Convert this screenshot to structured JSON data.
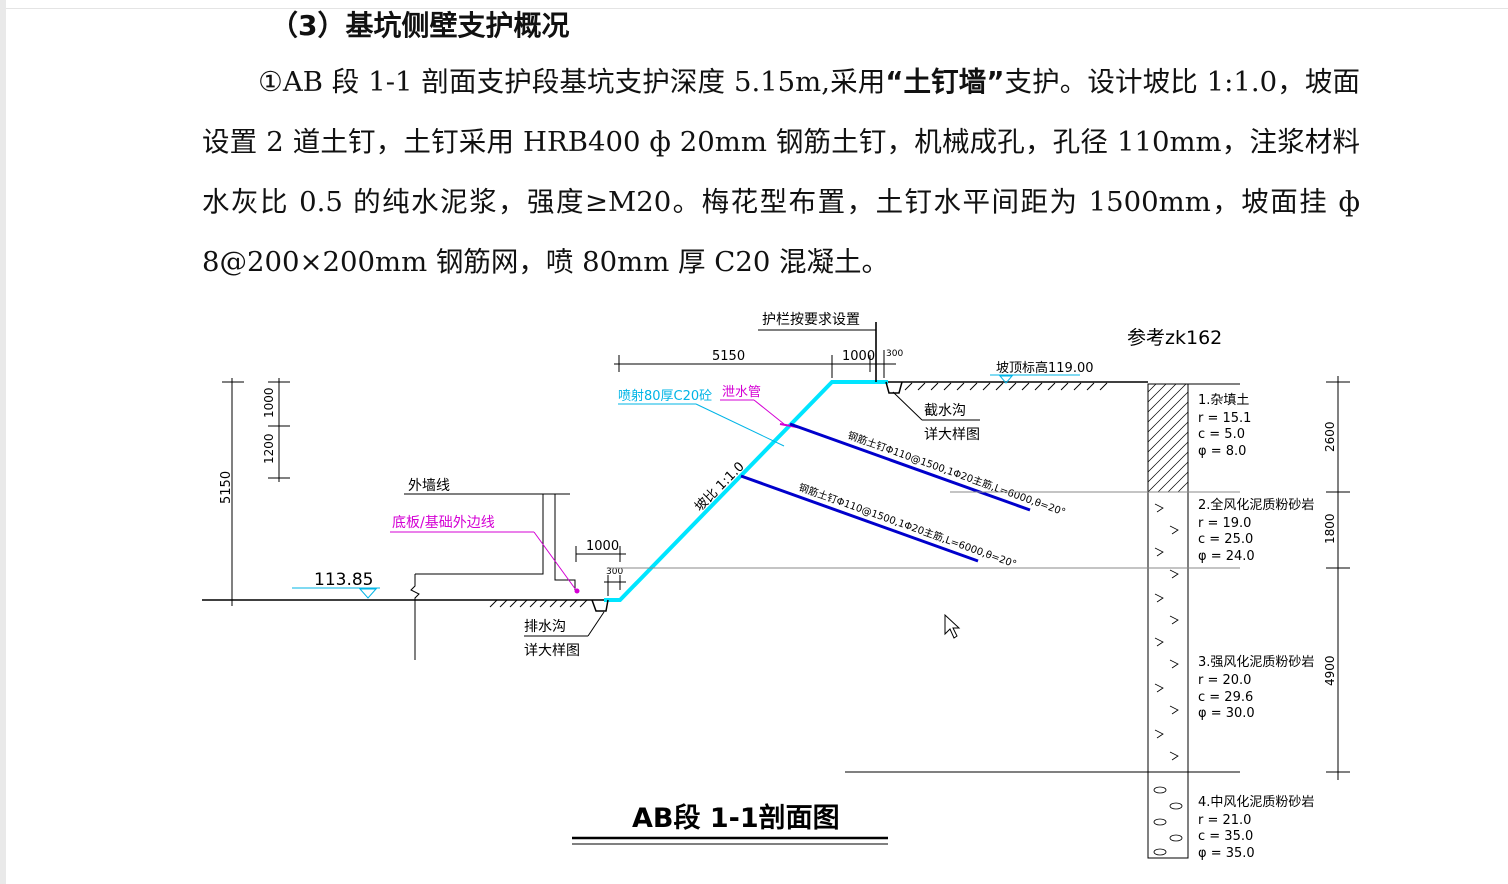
{
  "document": {
    "heading": "（3）基坑侧壁支护概况",
    "para_prefix": "①AB 段 1-1 剖面支护段基坑支护深度 5.15m,采用",
    "para_emph": "“土钉墙”",
    "para_suffix": "支护。设计坡比 1:1.0，坡面设置 2 道土钉，土钉采用 HRB400 ф 20mm 钢筋土钉，机械成孔，孔径 110mm，注浆材料水灰比 0.5 的纯水泥浆，强度≥M20。梅花型布置，土钉水平间距为 1500mm，坡面挂 ф 8@200×200mm 钢筋网，喷 80mm 厚 C20 混凝土。"
  },
  "figure": {
    "title": "AB段 1-1剖面图",
    "labels": {
      "guardrail": "护栏按要求设置",
      "reference": "参考zk162",
      "top_elevation": "坡顶标高119.00",
      "bottom_elevation": "113.85",
      "shotcrete": "喷射80厚C20砼",
      "drain_pipe": "泄水管",
      "intercept_ditch": "截水沟",
      "intercept_ditch_detail": "详大样图",
      "drain_ditch": "排水沟",
      "drain_ditch_detail": "详大样图",
      "outer_wall": "外墙线",
      "base_line": "底板/基础外边线",
      "slope_ratio": "坡比 1:1.0",
      "nail1": "钢筋土钉Φ110@1500,1Φ20主筋,L=6000,θ=20°",
      "nail2": "钢筋土钉Φ110@1500,1Φ20主筋,L=6000,θ=20°"
    },
    "dims": {
      "top_width": "5150",
      "top_offset": "1000",
      "top_ditch": "300",
      "left_upper": "1000",
      "left_lower": "1200",
      "depth": "5150",
      "bottom_offset": "1000",
      "bottom_ditch": "300",
      "layer1": "2600",
      "layer2": "1800",
      "layer3": "4900"
    },
    "soil_layers": [
      {
        "name": "1.杂填土",
        "r": "r = 15.1",
        "c": "c = 5.0",
        "phi": "φ = 8.0"
      },
      {
        "name": "2.全风化泥质粉砂岩",
        "r": "r = 19.0",
        "c": "c = 25.0",
        "phi": "φ = 24.0"
      },
      {
        "name": "3.强风化泥质粉砂岩",
        "r": "r = 20.0",
        "c": "c = 29.6",
        "phi": "φ = 30.0"
      },
      {
        "name": "4.中风化泥质粉砂岩",
        "r": "r = 21.0",
        "c": "c = 35.0",
        "phi": "φ = 35.0"
      }
    ],
    "colors": {
      "slope_face": "#00e5ff",
      "soil_nail": "#0000cc",
      "annotation_magenta": "#d400d4",
      "annotation_cyan": "#00b4e6",
      "lines": "#000000"
    }
  }
}
